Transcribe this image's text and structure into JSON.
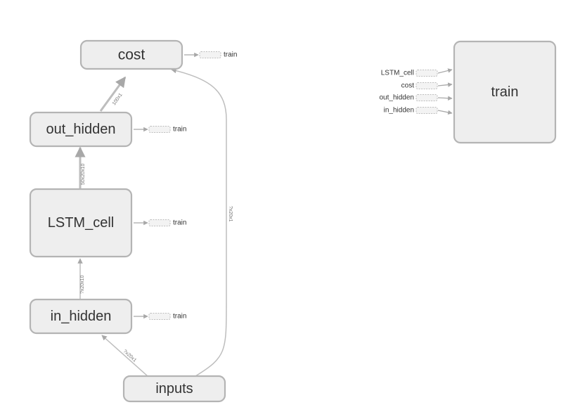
{
  "nodes": {
    "cost": "cost",
    "out_hidden": "out_hidden",
    "lstm_cell": "LSTM_cell",
    "in_hidden": "in_hidden",
    "inputs": "inputs",
    "train": "train"
  },
  "stub_label": "train",
  "edge_labels": {
    "out_to_cost": "100x1",
    "lstm_to_out": "50x20x10",
    "in_to_lstm": "?x20x10",
    "inputs_to_in": "?x20x1",
    "inputs_to_cost": "?x20x1"
  },
  "train_inputs": [
    "LSTM_cell",
    "cost",
    "out_hidden",
    "in_hidden"
  ],
  "colors": {
    "node_fill": "#eeeeee",
    "node_stroke": "#b4b4b4",
    "edge": "#bdbdbd",
    "text": "#333333"
  }
}
